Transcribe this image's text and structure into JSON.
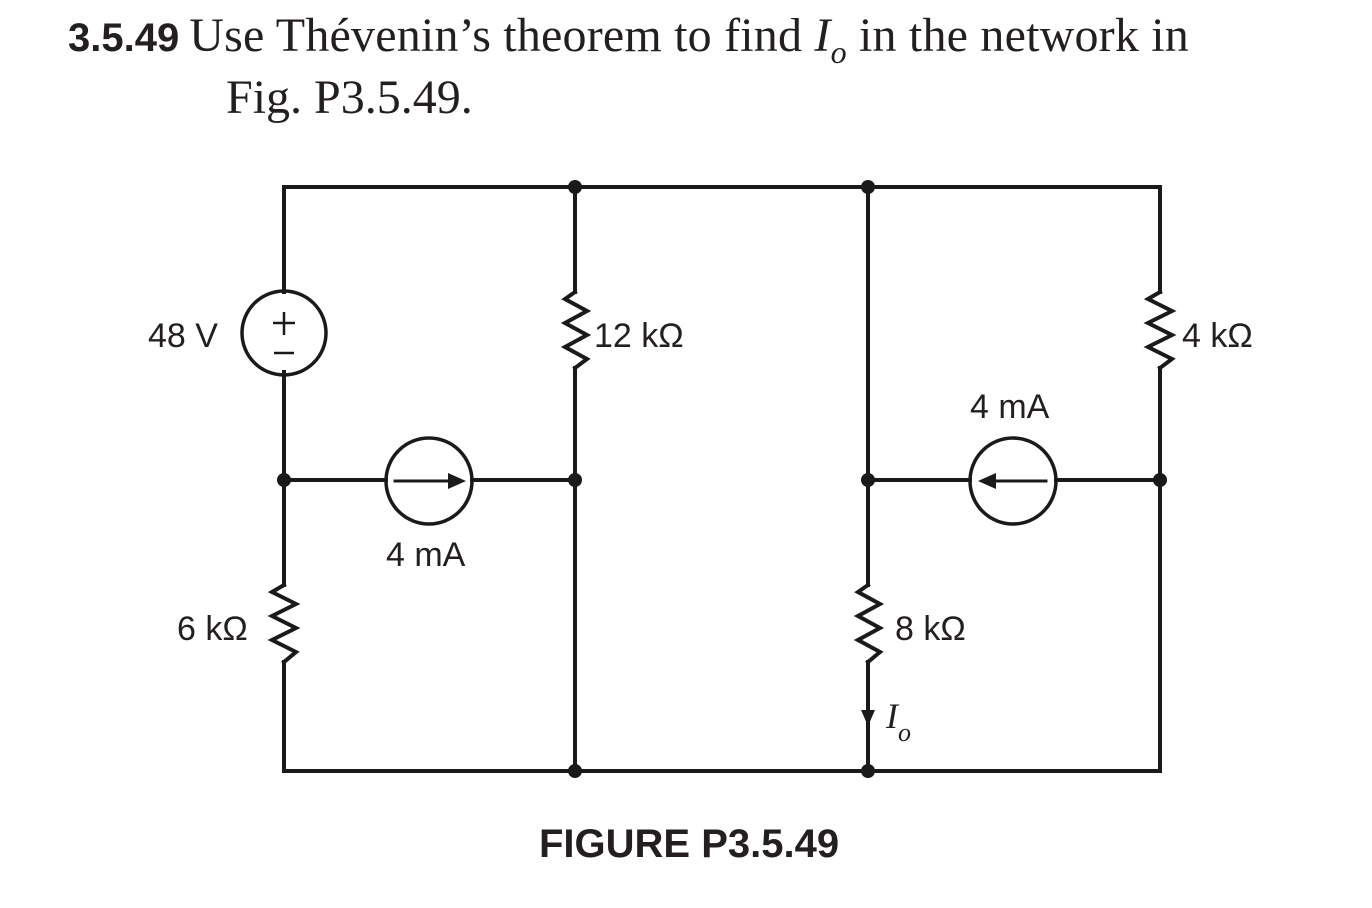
{
  "problem": {
    "number": "3.5.49",
    "text_before": "Use Thévenin’s theorem to find ",
    "variable": "I",
    "variable_sub": "o",
    "text_after": " in the network in",
    "line2": "Fig. P3.5.49."
  },
  "circuit": {
    "voltage_source": {
      "label": "48 V",
      "plus": "+",
      "minus": "−"
    },
    "resistors": {
      "r12": "12 kΩ",
      "r4": "4 kΩ",
      "r6": "6 kΩ",
      "r8": "8 kΩ"
    },
    "current_sources": {
      "left": {
        "label": "4 mA",
        "direction": "right"
      },
      "right": {
        "label": "4 mA",
        "direction": "left"
      }
    },
    "output_current": {
      "symbol": "I",
      "sub": "o",
      "direction": "down"
    }
  },
  "caption": "FIGURE P3.5.49"
}
